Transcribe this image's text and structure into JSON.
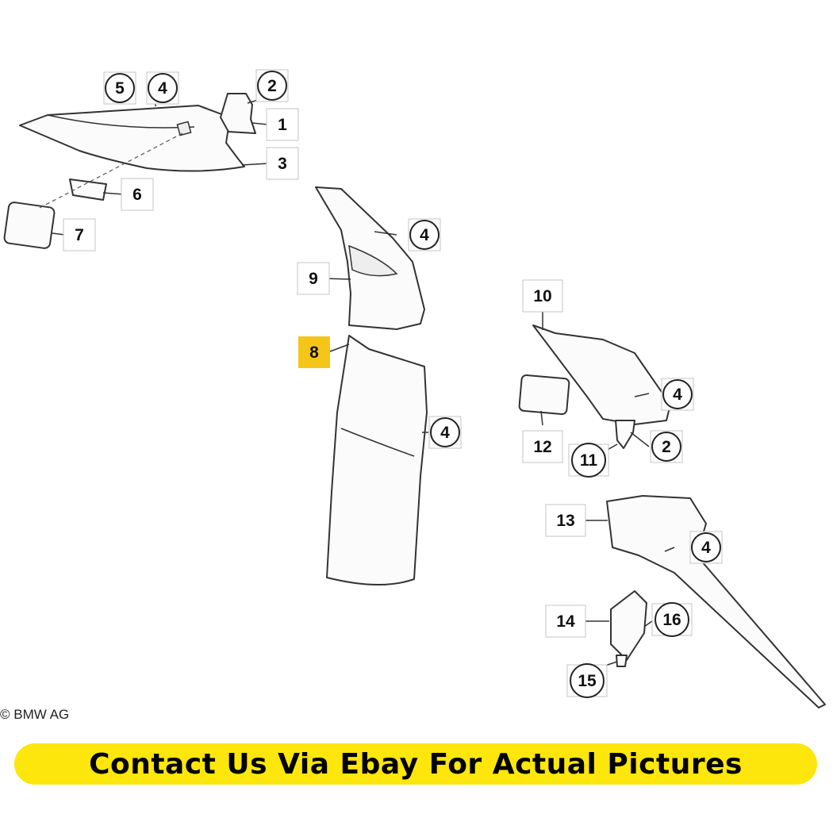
{
  "diagram": {
    "callouts": [
      {
        "id": "c5",
        "label": "5",
        "style": "circle"
      },
      {
        "id": "c4a",
        "label": "4",
        "style": "circle"
      },
      {
        "id": "c2a",
        "label": "2",
        "style": "circle"
      },
      {
        "id": "c1",
        "label": "1",
        "style": "plain"
      },
      {
        "id": "c3",
        "label": "3",
        "style": "plain"
      },
      {
        "id": "c6",
        "label": "6",
        "style": "plain"
      },
      {
        "id": "c7",
        "label": "7",
        "style": "plain"
      },
      {
        "id": "c4b",
        "label": "4",
        "style": "circle"
      },
      {
        "id": "c9",
        "label": "9",
        "style": "plain"
      },
      {
        "id": "c8",
        "label": "8",
        "style": "highlight",
        "highlight_color": "#f5c518"
      },
      {
        "id": "c4c",
        "label": "4",
        "style": "circle"
      },
      {
        "id": "c10",
        "label": "10",
        "style": "plain"
      },
      {
        "id": "c4d",
        "label": "4",
        "style": "circle"
      },
      {
        "id": "c12",
        "label": "12",
        "style": "plain"
      },
      {
        "id": "c11",
        "label": "11",
        "style": "circle"
      },
      {
        "id": "c2b",
        "label": "2",
        "style": "circle"
      },
      {
        "id": "c13",
        "label": "13",
        "style": "plain"
      },
      {
        "id": "c4e",
        "label": "4",
        "style": "circle"
      },
      {
        "id": "c14",
        "label": "14",
        "style": "plain"
      },
      {
        "id": "c16",
        "label": "16",
        "style": "circle"
      },
      {
        "id": "c15",
        "label": "15",
        "style": "circle"
      }
    ]
  },
  "copyright": "© BMW AG",
  "banner": {
    "text": "Contact Us Via Ebay For Actual Pictures",
    "color": "#fde60b"
  }
}
